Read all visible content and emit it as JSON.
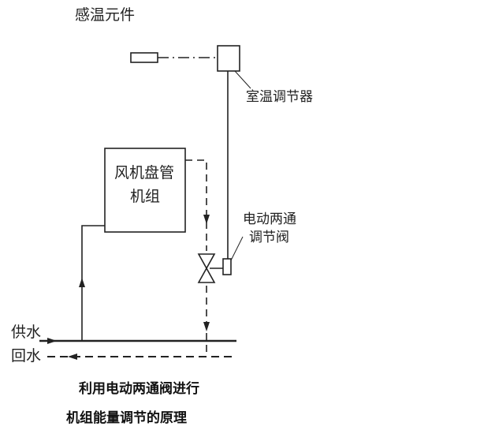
{
  "labels": {
    "sensor": "感温元件",
    "thermostat": "室温调节器",
    "fcu_line1": "风机盘管",
    "fcu_line2": "机组",
    "valve_line1": "电动两通",
    "valve_line2": "调节阀",
    "supply": "供水",
    "return": "回水"
  },
  "caption": {
    "line1": "利用电动两通阀进行",
    "line2": "机组能量调节的原理"
  }
}
